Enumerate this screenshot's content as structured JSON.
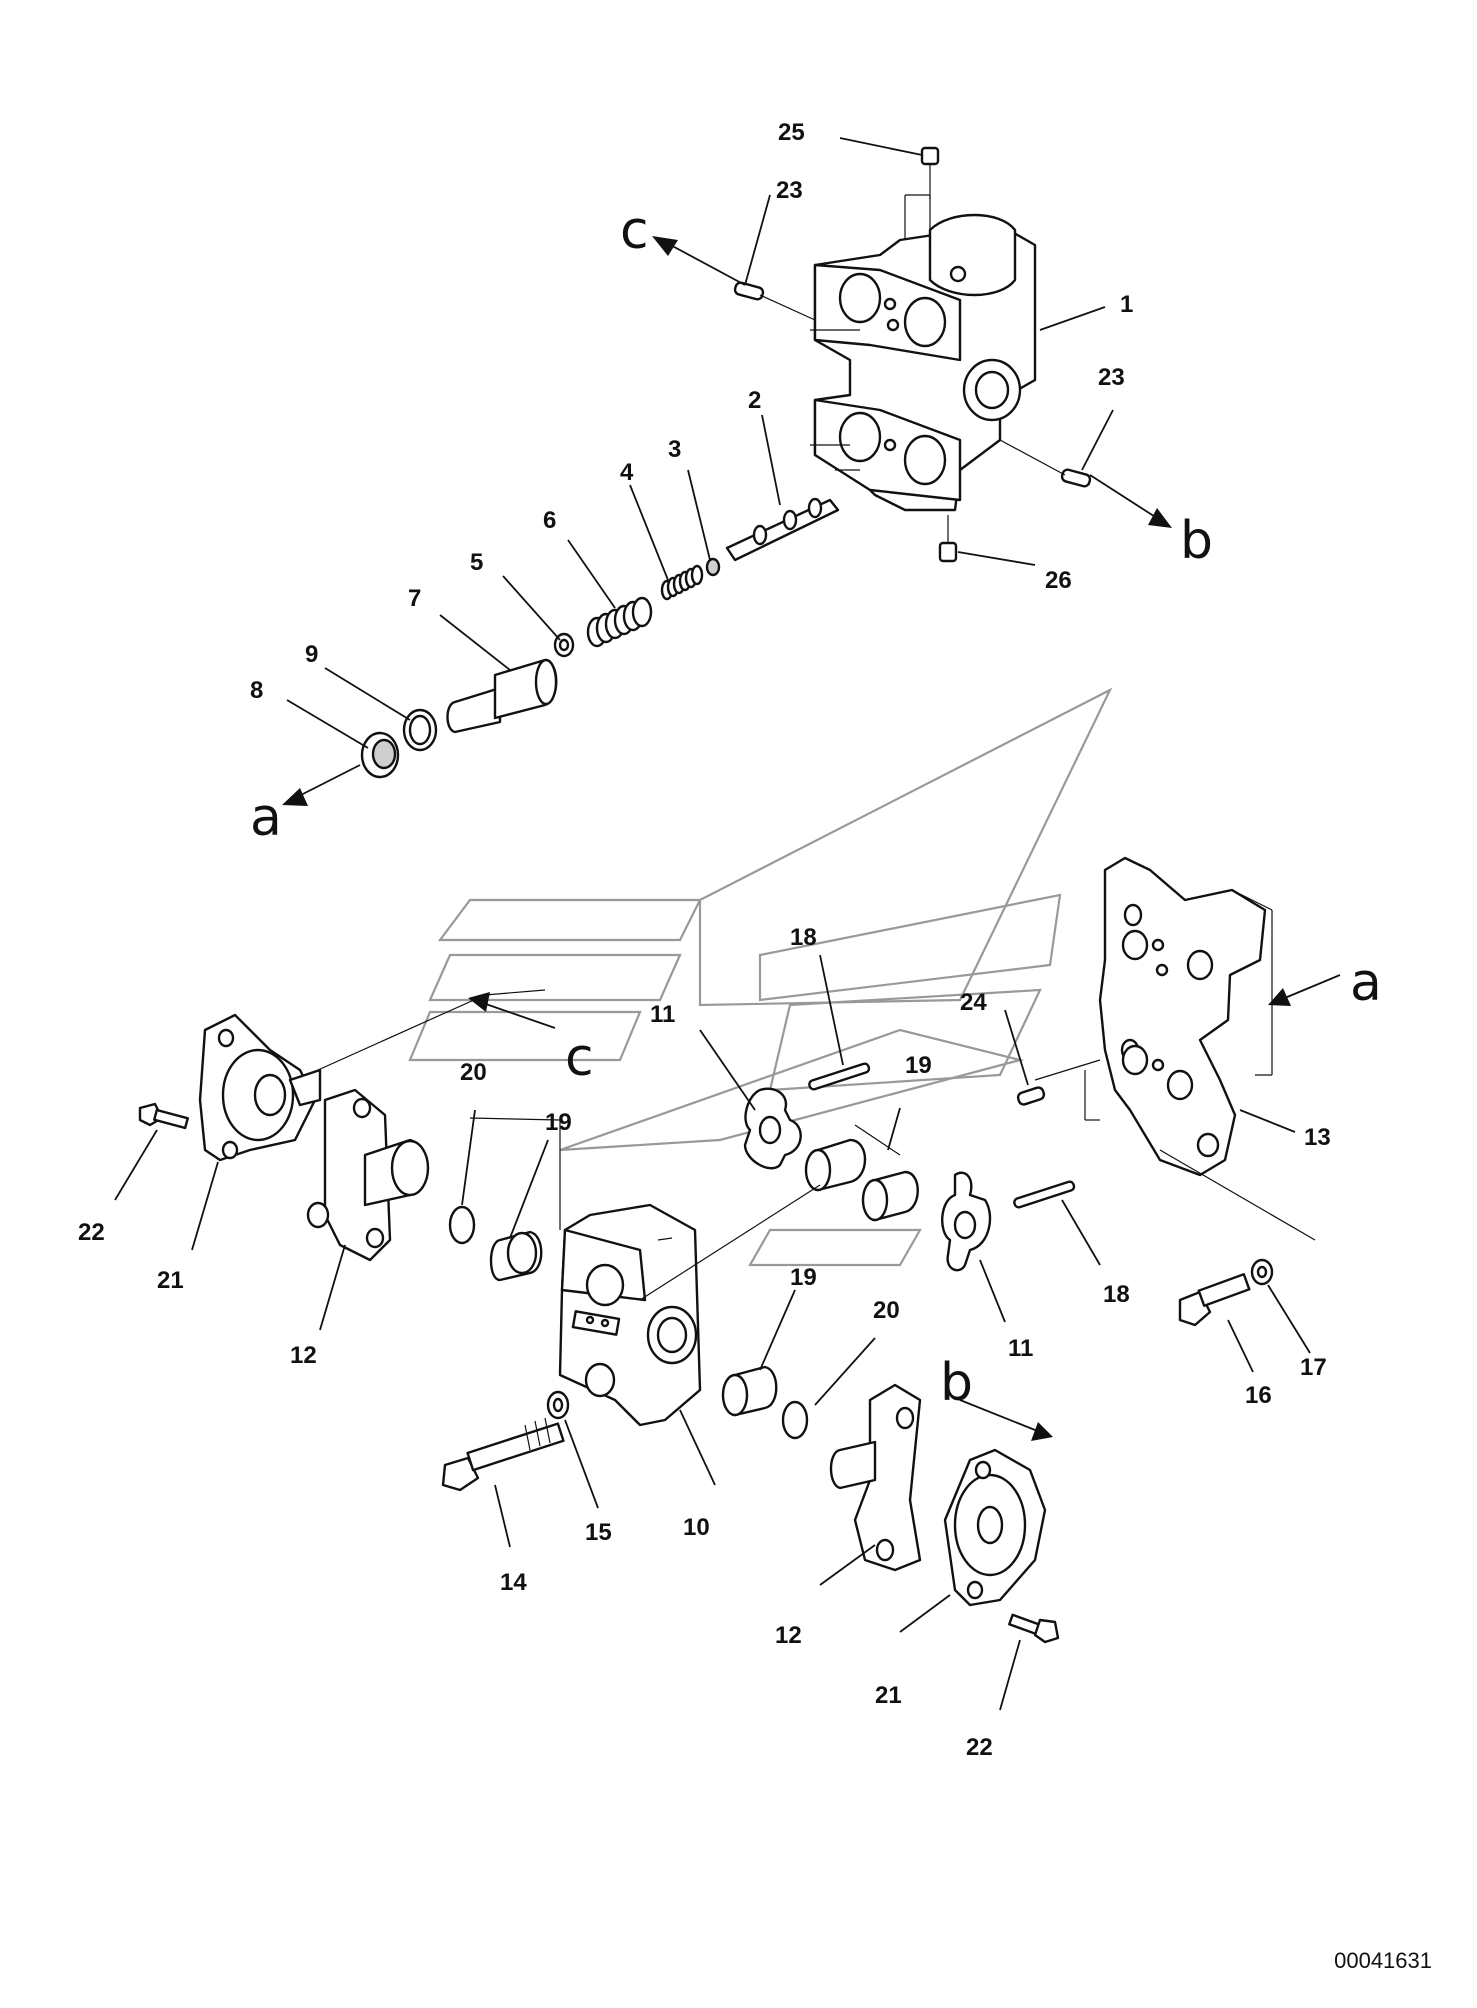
{
  "callouts": {
    "c1": "1",
    "c2": "2",
    "c3": "3",
    "c4": "4",
    "c5": "5",
    "c6": "6",
    "c7": "7",
    "c8": "8",
    "c9": "9",
    "c10": "10",
    "c11": "11",
    "c12": "12",
    "c13": "13",
    "c14": "14",
    "c15": "15",
    "c16": "16",
    "c17": "17",
    "c18": "18",
    "c19": "19",
    "c20": "20",
    "c21": "21",
    "c22": "22",
    "c23": "23",
    "c24": "24",
    "c25": "25",
    "c26": "26"
  },
  "directions": {
    "a": "a",
    "b": "b",
    "c": "c"
  },
  "reference_code": "00041631"
}
